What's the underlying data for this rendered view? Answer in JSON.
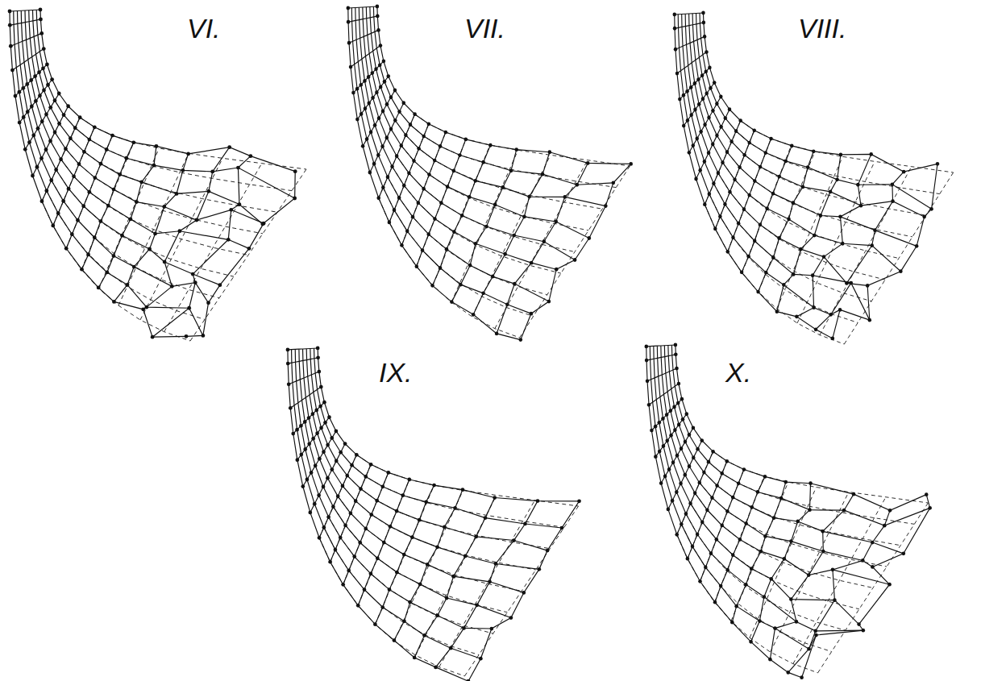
{
  "diagram": {
    "labels": [
      "VI.",
      "VII.",
      "VIII.",
      "IX.",
      "X."
    ]
  }
}
